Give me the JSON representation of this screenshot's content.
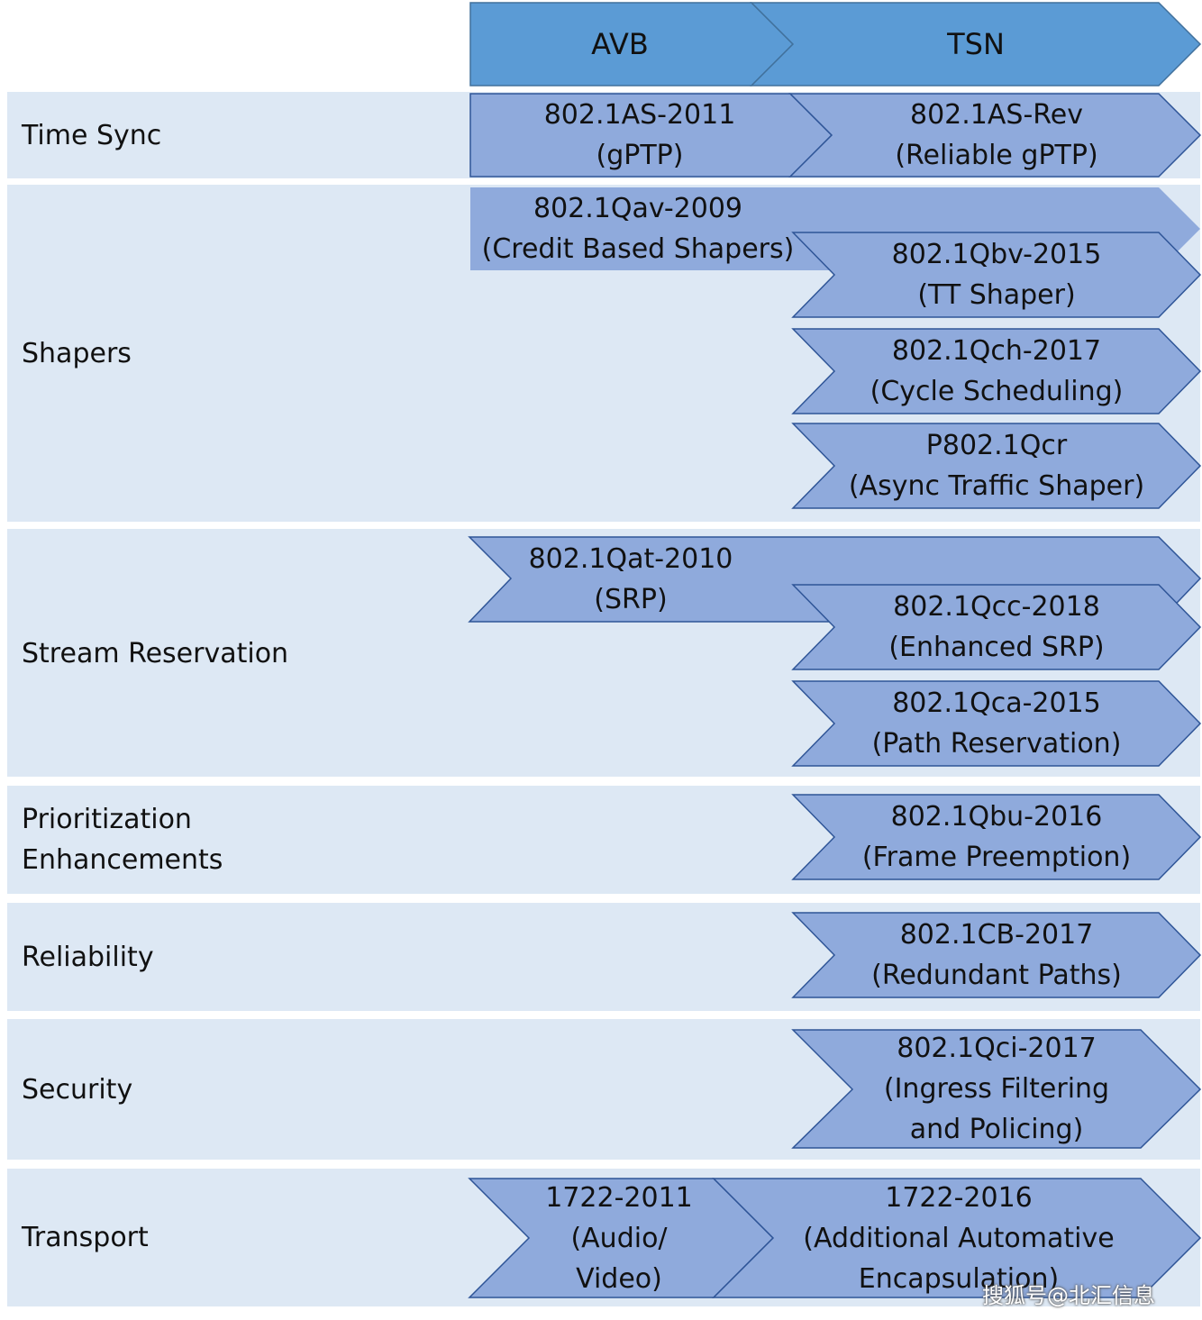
{
  "header": {
    "avb": "AVB",
    "tsn": "TSN"
  },
  "rows": {
    "time_sync": "Time Sync",
    "shapers": "Shapers",
    "stream_reservation": "Stream Reservation",
    "prioritization_1": "Prioritization",
    "prioritization_2": "Enhancements",
    "reliability": "Reliability",
    "security": "Security",
    "transport": "Transport"
  },
  "standards": {
    "as2011": {
      "name": "802.1AS-2011",
      "desc": "(gPTP)"
    },
    "asrev": {
      "name": "802.1AS-Rev",
      "desc": "(Reliable gPTP)"
    },
    "qav": {
      "name": "802.1Qav-2009",
      "desc": "(Credit Based Shapers)"
    },
    "qbv": {
      "name": "802.1Qbv-2015",
      "desc": "(TT Shaper)"
    },
    "qch": {
      "name": "802.1Qch-2017",
      "desc": "(Cycle Scheduling)"
    },
    "qcr": {
      "name": "P802.1Qcr",
      "desc": "(Async Traffic Shaper)"
    },
    "qat": {
      "name": "802.1Qat-2010",
      "desc": "(SRP)"
    },
    "qcc": {
      "name": "802.1Qcc-2018",
      "desc": "(Enhanced SRP)"
    },
    "qca": {
      "name": "802.1Qca-2015",
      "desc": "(Path Reservation)"
    },
    "qbu": {
      "name": "802.1Qbu-2016",
      "desc": "(Frame Preemption)"
    },
    "cb": {
      "name": "802.1CB-2017",
      "desc": "(Redundant Paths)"
    },
    "qci": {
      "name": "802.1Qci-2017",
      "desc1": "(Ingress Filtering",
      "desc2": "and Policing)"
    },
    "t2011": {
      "name": "1722-2011",
      "desc1": "(Audio/",
      "desc2": "Video)"
    },
    "t2016": {
      "name": "1722-2016",
      "desc1": "(Additional Automative",
      "desc2": "Encapsulation)"
    }
  },
  "watermark": "搜狐号@北汇信息",
  "colors": {
    "header_fill": "#5b9bd5",
    "arrow_fill": "#8faadc",
    "arrow_stroke": "#2f5597",
    "row_bg": "#dde8f4"
  }
}
